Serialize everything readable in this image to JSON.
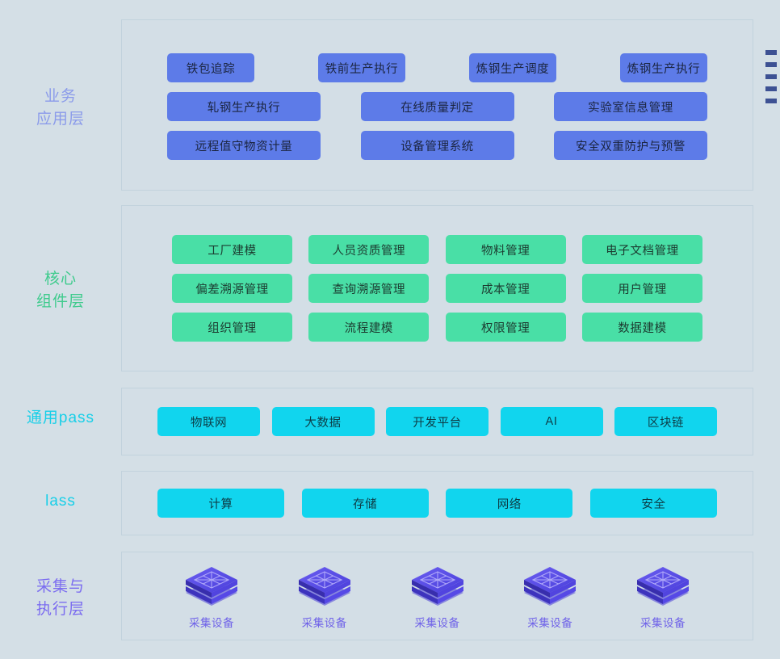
{
  "layers": [
    {
      "id": "app",
      "label": "业务\n应用层",
      "label_color": "#8b9bea",
      "chip_color": "#5d7be8",
      "rows": [
        [
          "铁包追踪",
          "铁前生产执行",
          "炼钢生产调度",
          "炼钢生产执行"
        ],
        [
          "轧钢生产执行",
          "在线质量判定",
          "实验室信息管理"
        ],
        [
          "远程值守物资计量",
          "设备管理系统",
          "安全双重防护与预警"
        ]
      ]
    },
    {
      "id": "core",
      "label": "核心\n组件层",
      "label_color": "#3fcb8d",
      "chip_color": "#49dfa6",
      "rows": [
        [
          "工厂建模",
          "人员资质管理",
          "物料管理",
          "电子文档管理"
        ],
        [
          "偏差溯源管理",
          "查询溯源管理",
          "成本管理",
          "用户管理"
        ],
        [
          "组织管理",
          "流程建模",
          "权限管理",
          "数据建模"
        ]
      ]
    },
    {
      "id": "paas",
      "label": "通用pass",
      "label_color": "#17cfe8",
      "chip_color": "#11d5ee",
      "rows": [
        [
          "物联网",
          "大数据",
          "开发平台",
          "AI",
          "区块链"
        ]
      ]
    },
    {
      "id": "iaas",
      "label": "lass",
      "label_color": "#17cfe8",
      "chip_color": "#11d5ee",
      "rows": [
        [
          "计算",
          "存储",
          "网络",
          "安全"
        ]
      ]
    },
    {
      "id": "dev",
      "label": "采集与\n执行层",
      "label_color": "#7b6cf0",
      "chip_color": "#5a4fe0",
      "devices": [
        {
          "caption": "采集设备",
          "icon": "isometric-cube-icon"
        },
        {
          "caption": "采集设备",
          "icon": "isometric-cube-icon"
        },
        {
          "caption": "采集设备",
          "icon": "isometric-cube-icon"
        },
        {
          "caption": "采集设备",
          "icon": "isometric-cube-icon"
        },
        {
          "caption": "采集设备",
          "icon": "isometric-cube-icon"
        }
      ]
    }
  ],
  "edge_markers": {
    "count": 5,
    "color": "#3d5193"
  },
  "palette": {
    "background": "#d4dfe6",
    "panel_background": "#d3dee6",
    "panel_border": "#c2d2dd",
    "blue_chip": "#5d7be8",
    "green_chip": "#49dfa6",
    "cyan_chip": "#11d5ee",
    "device_purple": "#5a4fe0"
  }
}
